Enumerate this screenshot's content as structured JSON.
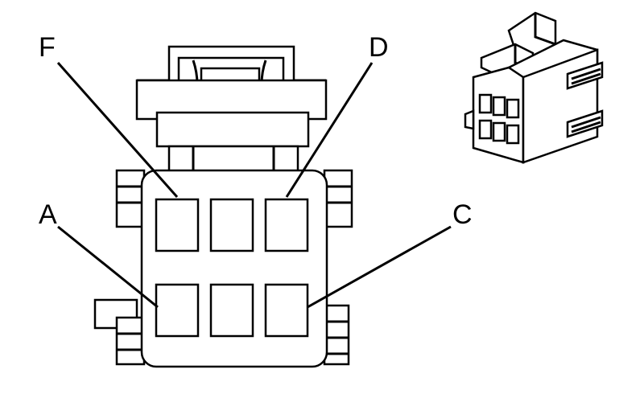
{
  "diagram": {
    "callouts": {
      "f": "F",
      "d": "D",
      "a": "A",
      "c": "C"
    },
    "colors": {
      "stroke": "#000000",
      "background": "#ffffff"
    }
  }
}
